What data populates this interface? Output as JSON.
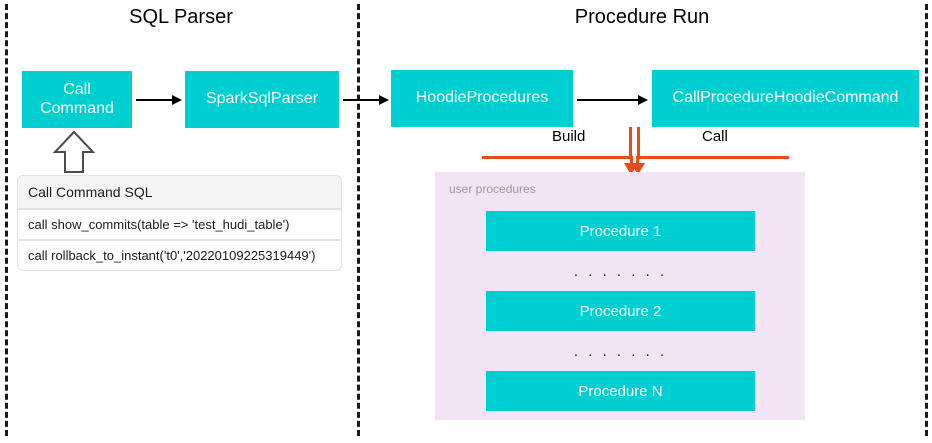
{
  "sections": {
    "left": {
      "title": "SQL Parser"
    },
    "right": {
      "title": "Procedure Run"
    }
  },
  "boxes": {
    "call_command": "Call Command",
    "spark_sql_parser": "SparkSqlParser",
    "hoodie_procedures": "HoodieProcedures",
    "call_procedure_hoodie_command": "CallProcedureHoodieCommand"
  },
  "edges": {
    "build": "Build",
    "call": "Call"
  },
  "sql_table": {
    "header": "Call Command SQL",
    "rows": [
      "call show_commits(table => 'test_hudi_table')",
      "call rollback_to_instant('t0','20220109225319449')"
    ]
  },
  "procedures_panel": {
    "label": "user procedures",
    "items": [
      {
        "type": "box",
        "label": "Procedure 1"
      },
      {
        "type": "dots",
        "label": ". . . . . . ."
      },
      {
        "type": "box",
        "label": "Procedure 2"
      },
      {
        "type": "dots",
        "label": ". . . . . . ."
      },
      {
        "type": "box",
        "label": "Procedure N"
      }
    ]
  },
  "colors": {
    "teal": "#00CFD1",
    "orange": "#E8491D",
    "panel_purple": "#F2E4F4",
    "divider": "#1A1A1A"
  }
}
